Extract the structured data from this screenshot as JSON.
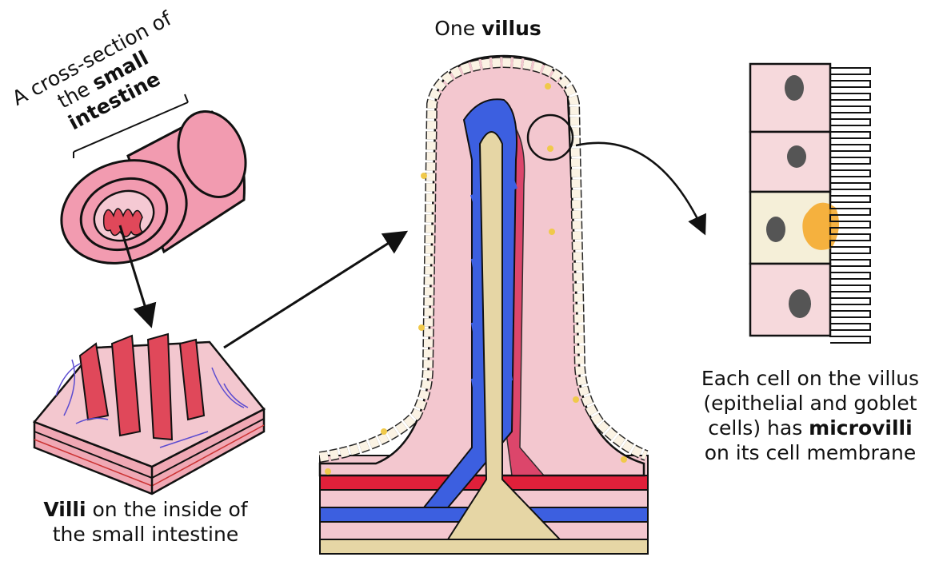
{
  "labels": {
    "cross_section": {
      "line1": "A cross-section of",
      "line2_pre": "the ",
      "line2_bold": "small",
      "line3_bold": "intestine"
    },
    "one_villus": {
      "pre": "One ",
      "bold": "villus"
    },
    "villi": {
      "bold": "Villi",
      "line1_rest": " on the inside of",
      "line2": "the small intestine"
    },
    "cell": {
      "line1": "Each cell on the villus",
      "line2": "(epithelial and goblet",
      "line3_pre": "cells) has ",
      "line3_bold": "microvilli",
      "line4": "on its cell membrane"
    }
  },
  "colors": {
    "outline": "#111111",
    "tube_pink": "#f29bb0",
    "tissue_pink": "#f3c7cf",
    "villus_red": "#e0485a",
    "artery_red": "#e0203a",
    "vein_blue": "#3c5fe0",
    "lacteal_tan": "#e6d6a5",
    "epithelium": "#fbf3e4",
    "goblet_yellow": "#f0c94a",
    "cell_pink": "#f6d9dc",
    "cell_yellow": "#f5efd8",
    "nucleus": "#555555",
    "goblet_orange": "#f5a623"
  }
}
